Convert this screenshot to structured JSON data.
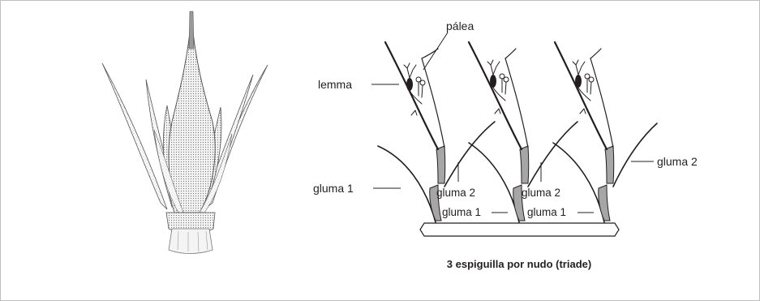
{
  "labels": {
    "palea": "pálea",
    "lemma": "lemma",
    "gluma2_right": "gluma 2",
    "gluma1_left": "gluma 1",
    "gluma2_a": "gluma 2",
    "gluma2_b": "gluma 2",
    "gluma1_a": "gluma 1",
    "gluma1_b": "gluma 1"
  },
  "caption": "3 espiguilla por nudo (triade)",
  "colors": {
    "line": "#231f20",
    "glume_fill": "#a6a6a6",
    "border": "#bfbfbf",
    "sketch": "#7a7a7a"
  }
}
